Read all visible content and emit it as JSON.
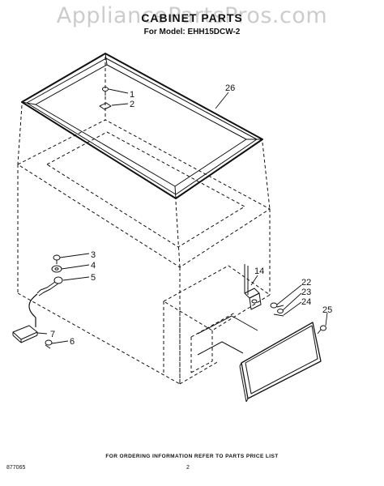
{
  "watermark": "AppliancePartsPros.com",
  "header": {
    "title": "CABINET PARTS",
    "model_line": "For Model: EHH15DCW-2"
  },
  "callouts": {
    "c1": "1",
    "c2": "2",
    "c3": "3",
    "c4": "4",
    "c5": "5",
    "c6": "6",
    "c7": "7",
    "c14": "14",
    "c22": "22",
    "c23": "23",
    "c24": "24",
    "c25": "25",
    "c26": "26"
  },
  "footer": {
    "note": "FOR ORDERING INFORMATION REFER TO PARTS PRICE LIST",
    "doc_number": "877065",
    "page_number": "2"
  }
}
